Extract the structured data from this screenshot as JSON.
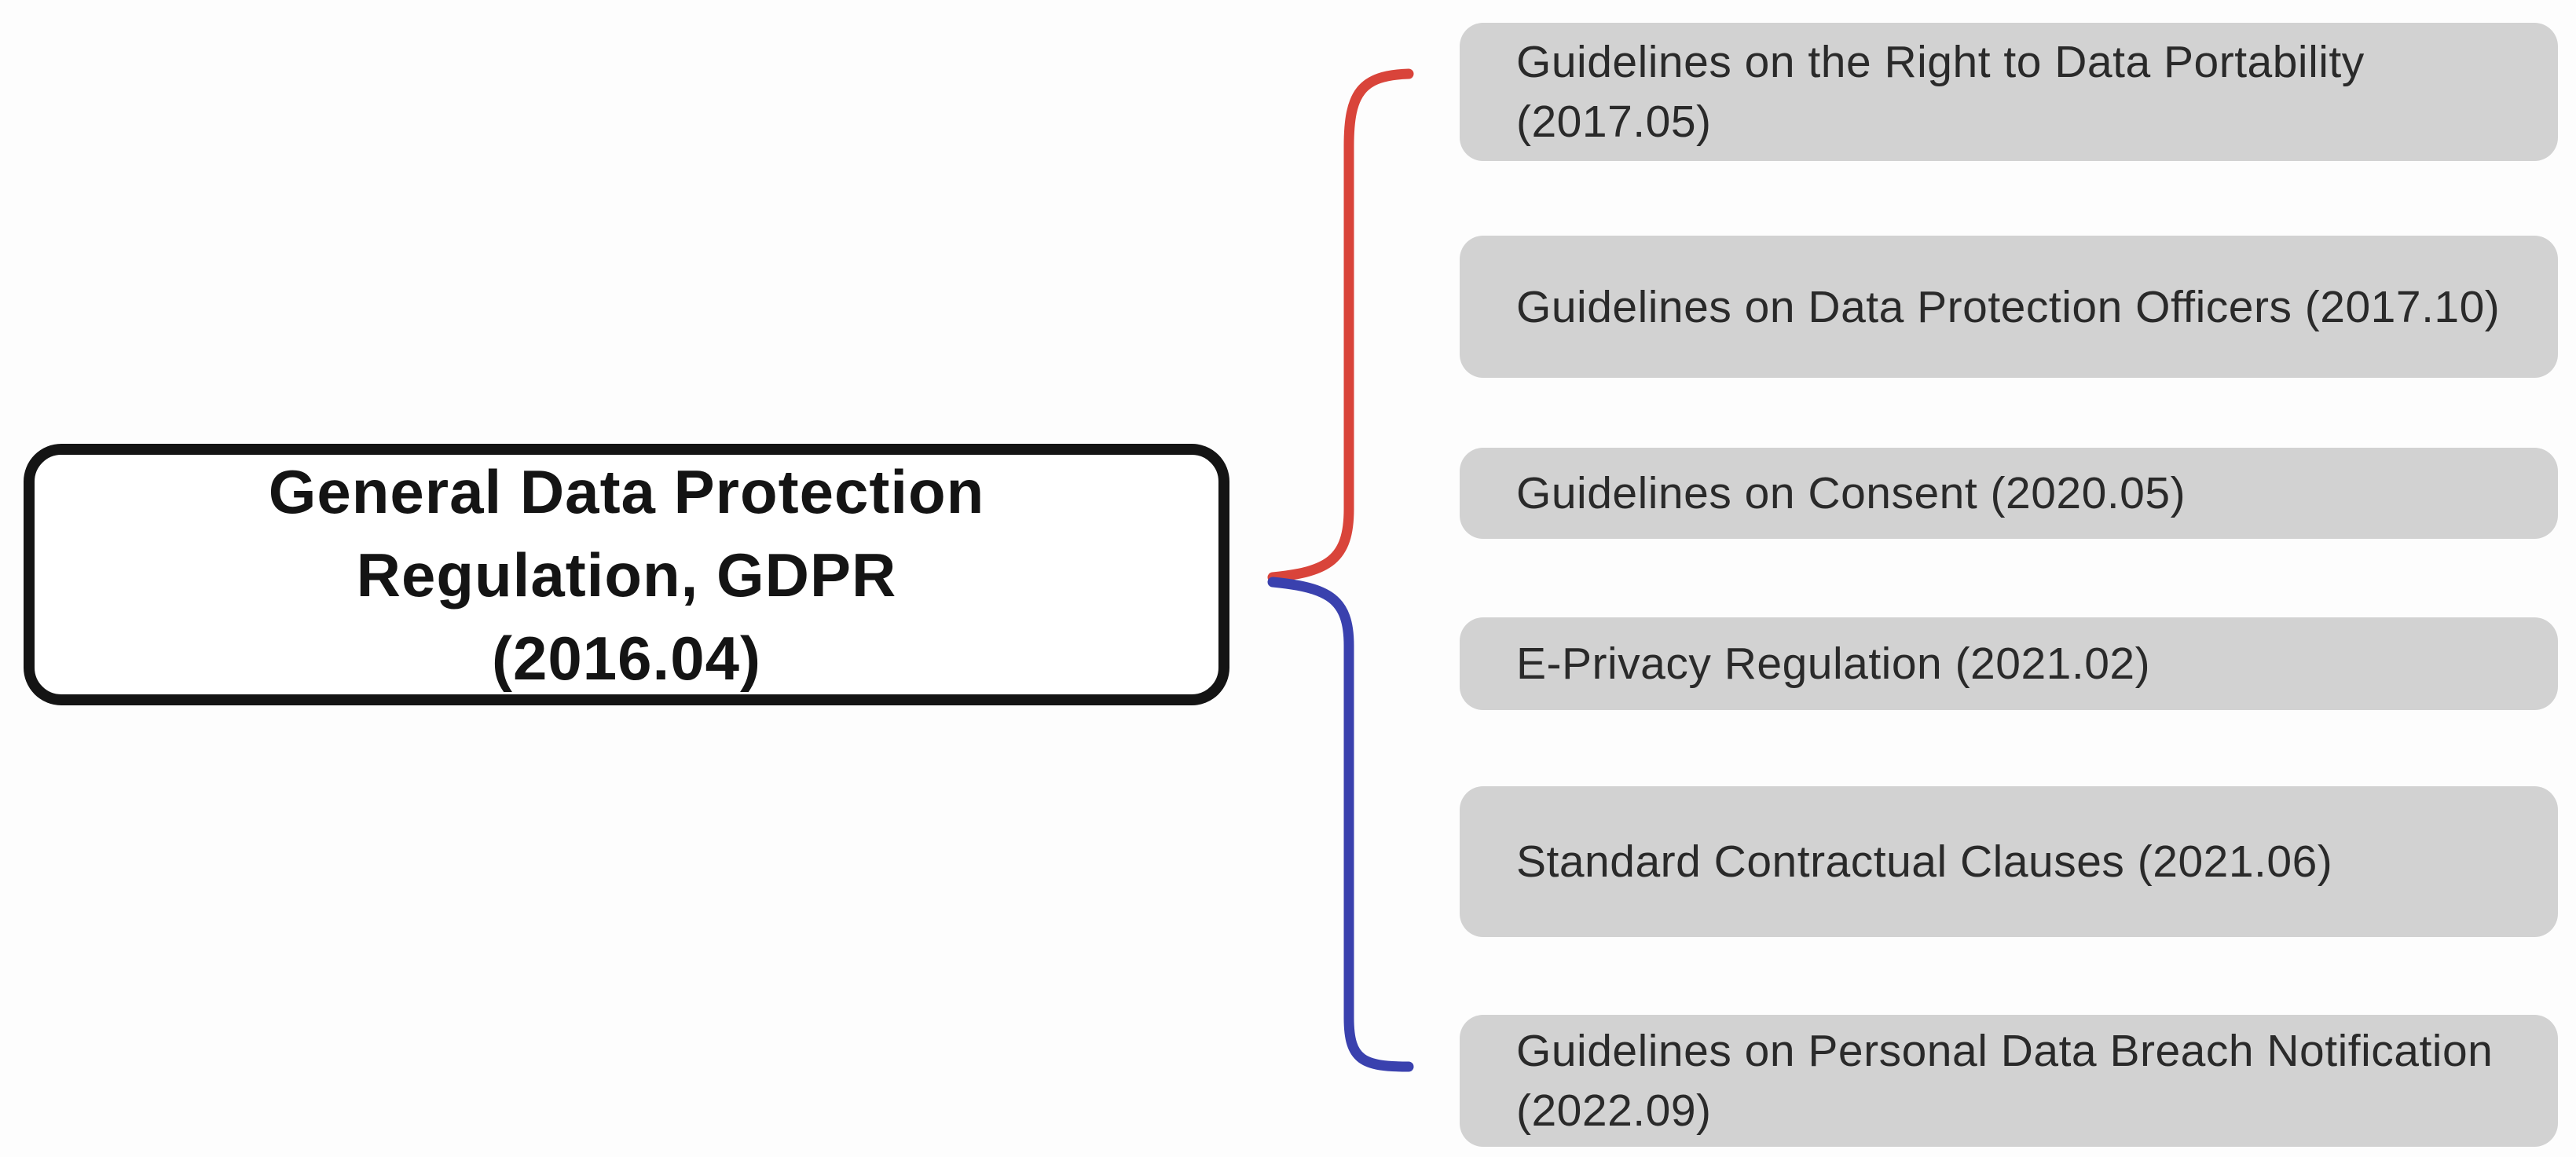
{
  "background_color": "#fdfdfd",
  "root": {
    "title": "General Data Protection Regulation, GDPR (2016.04)",
    "title_lines": [
      "General Data Protection",
      "Regulation, GDPR",
      "(2016.04)"
    ],
    "border_color": "#141414",
    "fill_color": "#ffffff",
    "text_color": "#141414"
  },
  "brace": {
    "top_color": "#d9443a",
    "bottom_color": "#3a41ae"
  },
  "children": [
    {
      "label": "Guidelines on the Right to Data Portability (2017.05)"
    },
    {
      "label": "Guidelines on Data Protection Officers (2017.10)"
    },
    {
      "label": "Guidelines on Consent (2020.05)"
    },
    {
      "label": "E-Privacy Regulation (2021.02)"
    },
    {
      "label": "Standard Contractual Clauses (2021.06)"
    },
    {
      "label": "Guidelines on Personal Data Breach Notification (2022.09)"
    }
  ],
  "child_style": {
    "fill_color": "#d2d2d2",
    "text_color": "#2a2a2a"
  }
}
